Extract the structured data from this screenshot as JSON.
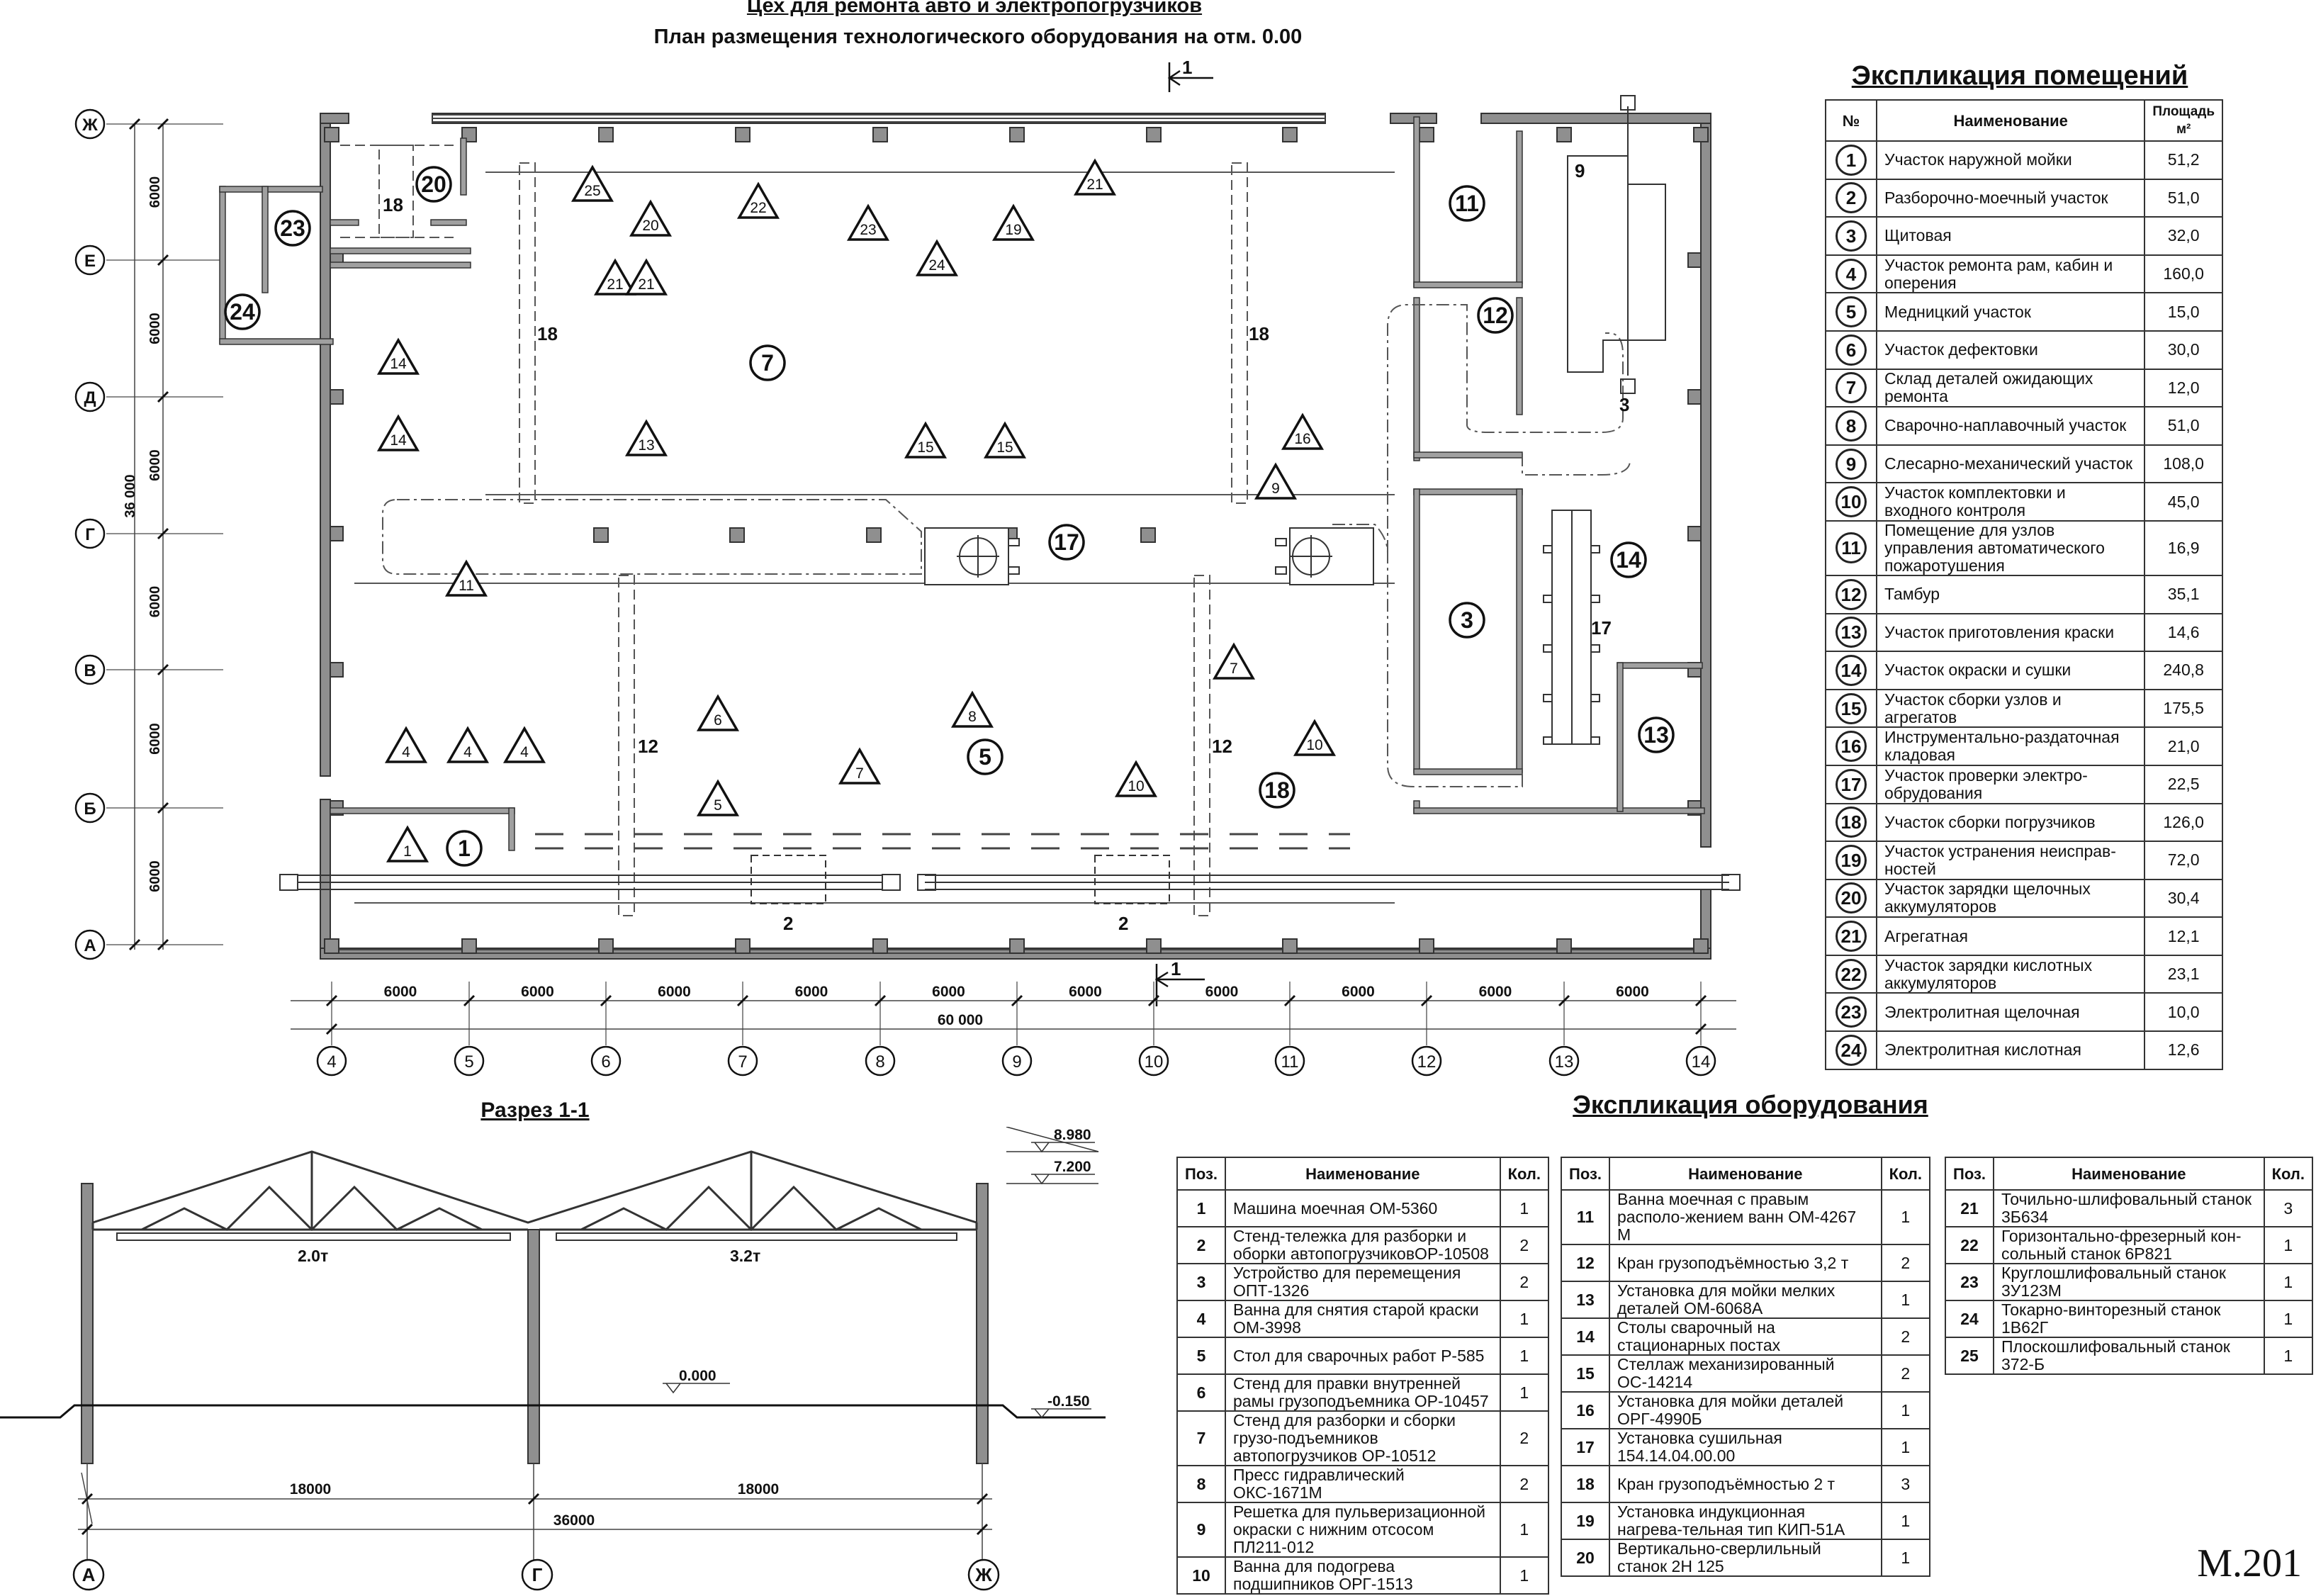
{
  "titles": {
    "main": "Цех для ремонта авто и электропогрузчиков",
    "plan": "План размещения технологического оборудования на отм. 0.00",
    "rooms": "Экспликация помещений",
    "equipment": "Экспликация оборудования",
    "section": "Разрез 1-1"
  },
  "plan": {
    "row_axes": [
      "Ж",
      "Е",
      "Д",
      "Г",
      "В",
      "Б",
      "А"
    ],
    "col_axes": [
      "4",
      "5",
      "6",
      "7",
      "8",
      "9",
      "10",
      "11",
      "12",
      "13",
      "14"
    ],
    "spans_h": [
      "6000",
      "6000",
      "6000",
      "6000",
      "6000",
      "6000",
      "6000",
      "6000",
      "6000",
      "6000"
    ],
    "total_h": "60 000",
    "spans_v": [
      "6000",
      "6000",
      "6000",
      "6000",
      "6000",
      "6000"
    ],
    "total_v": "36 000",
    "cut_label": "1",
    "room_markers": [
      {
        "n": "20"
      },
      {
        "n": "23"
      },
      {
        "n": "24"
      },
      {
        "n": "7"
      },
      {
        "n": "11"
      },
      {
        "n": "12"
      },
      {
        "n": "17"
      },
      {
        "n": "14"
      },
      {
        "n": "3"
      },
      {
        "n": "13"
      },
      {
        "n": "5"
      },
      {
        "n": "18"
      },
      {
        "n": "1"
      }
    ],
    "equip_markers": [
      {
        "n": "25"
      },
      {
        "n": "20"
      },
      {
        "n": "22"
      },
      {
        "n": "23"
      },
      {
        "n": "19"
      },
      {
        "n": "24"
      },
      {
        "n": "21"
      },
      {
        "n": "21"
      },
      {
        "n": "21"
      },
      {
        "n": "14"
      },
      {
        "n": "14"
      },
      {
        "n": "13"
      },
      {
        "n": "15"
      },
      {
        "n": "15"
      },
      {
        "n": "16"
      },
      {
        "n": "9"
      },
      {
        "n": "11"
      },
      {
        "n": "7"
      },
      {
        "n": "6"
      },
      {
        "n": "8"
      },
      {
        "n": "10"
      },
      {
        "n": "4"
      },
      {
        "n": "4"
      },
      {
        "n": "4"
      },
      {
        "n": "5"
      },
      {
        "n": "7"
      },
      {
        "n": "10"
      },
      {
        "n": "1"
      }
    ],
    "labels": {
      "crane18": "18",
      "crane12": "12",
      "conv2": "2",
      "rack17": "17",
      "room9": "9",
      "item3": "3",
      "box18": "18"
    }
  },
  "section": {
    "elev_top": "8.980",
    "elev_mid": "7.200",
    "elev_floor": "0.000",
    "elev_ground": "-0.150",
    "crane_left": "2.0т",
    "crane_right": "3.2т",
    "span_left": "18000",
    "span_right": "18000",
    "span_total": "36000",
    "axes": [
      "А",
      "Г",
      "Ж"
    ]
  },
  "rooms_table": {
    "headers": [
      "№",
      "Наименование",
      "Площадь м²"
    ],
    "rows": [
      {
        "n": "1",
        "name": "Участок наружной мойки",
        "area": "51,2"
      },
      {
        "n": "2",
        "name": "Разборочно-моечный участок",
        "area": "51,0"
      },
      {
        "n": "3",
        "name": "Щитовая",
        "area": "32,0"
      },
      {
        "n": "4",
        "name": "Участок ремонта рам, кабин и оперения",
        "area": "160,0"
      },
      {
        "n": "5",
        "name": "Медницкий участок",
        "area": "15,0"
      },
      {
        "n": "6",
        "name": "Участок дефектовки",
        "area": "30,0"
      },
      {
        "n": "7",
        "name": "Склад деталей ожидающих ремонта",
        "area": "12,0"
      },
      {
        "n": "8",
        "name": "Сварочно-наплавочный участок",
        "area": "51,0"
      },
      {
        "n": "9",
        "name": "Слесарно-механический участок",
        "area": "108,0"
      },
      {
        "n": "10",
        "name": "Участок комплектовки и входного контроля",
        "area": "45,0"
      },
      {
        "n": "11",
        "name": "Помещение для узлов управления автоматического пожаротушения",
        "area": "16,9"
      },
      {
        "n": "12",
        "name": "Тамбур",
        "area": "35,1"
      },
      {
        "n": "13",
        "name": "Участок приготовления краски",
        "area": "14,6"
      },
      {
        "n": "14",
        "name": "Участок окраски и сушки",
        "area": "240,8"
      },
      {
        "n": "15",
        "name": "Участок сборки узлов и агрегатов",
        "area": "175,5"
      },
      {
        "n": "16",
        "name": "Инструментально-раздаточная кладовая",
        "area": "21,0"
      },
      {
        "n": "17",
        "name": "Участок проверки электро-обрудования",
        "area": "22,5"
      },
      {
        "n": "18",
        "name": "Участок сборки погрузчиков",
        "area": "126,0"
      },
      {
        "n": "19",
        "name": "Участок устранения неисправ-ностей",
        "area": "72,0"
      },
      {
        "n": "20",
        "name": "Участок зарядки щелочных аккумуляторов",
        "area": "30,4"
      },
      {
        "n": "21",
        "name": "Агрегатная",
        "area": "12,1"
      },
      {
        "n": "22",
        "name": "Участок зарядки кислотных аккумуляторов",
        "area": "23,1"
      },
      {
        "n": "23",
        "name": "Электролитная щелочная",
        "area": "10,0"
      },
      {
        "n": "24",
        "name": "Электролитная кислотная",
        "area": "12,6"
      }
    ]
  },
  "equipment_headers": [
    "Поз.",
    "Наименование",
    "Кол."
  ],
  "equipment_1": [
    {
      "n": "1",
      "name": "Машина моечная ОМ-5360",
      "q": "1"
    },
    {
      "n": "2",
      "name": "Стенд-тележка для разборки и оборки автопогрузчиковОР-10508",
      "q": "2"
    },
    {
      "n": "3",
      "name": "Устройство для перемещения ОПТ-1326",
      "q": "2"
    },
    {
      "n": "4",
      "name": "Ванна для снятия старой краски ОМ-3998",
      "q": "1"
    },
    {
      "n": "5",
      "name": "Стол для сварочных работ Р-585",
      "q": "1"
    },
    {
      "n": "6",
      "name": "Стенд для правки внутренней рамы грузоподъемника ОР-10457",
      "q": "1"
    },
    {
      "n": "7",
      "name": "Стенд для разборки и сборки грузо-подъемников автопогрузчиков ОР-10512",
      "q": "2"
    },
    {
      "n": "8",
      "name": "Пресс гидравлический ОКС-1671М",
      "q": "2"
    },
    {
      "n": "9",
      "name": "Решетка для пульверизационной окраски с нижним отсосом ПЛ211-012",
      "q": "1"
    },
    {
      "n": "10",
      "name": "Ванна для подогрева подшипников ОРГ-1513",
      "q": "1"
    }
  ],
  "equipment_2": [
    {
      "n": "11",
      "name": "Ванна моечная с правым располо-жением ванн ОМ-4267 М",
      "q": "1"
    },
    {
      "n": "12",
      "name": "Кран грузоподъёмностью 3,2 т",
      "q": "2"
    },
    {
      "n": "13",
      "name": "Установка для мойки мелких деталей ОМ-6068А",
      "q": "1"
    },
    {
      "n": "14",
      "name": "Столы сварочный на стационарных постах",
      "q": "2"
    },
    {
      "n": "15",
      "name": "Стеллаж механизированный ОС-14214",
      "q": "2"
    },
    {
      "n": "16",
      "name": "Установка для мойки деталей ОРГ-4990Б",
      "q": "1"
    },
    {
      "n": "17",
      "name": "Установка сушильная 154.14.04.00.00",
      "q": "1"
    },
    {
      "n": "18",
      "name": "Кран грузоподъёмностью 2 т",
      "q": "3"
    },
    {
      "n": "19",
      "name": "Установка индукционная нагрева-тельная тип КИП-51А",
      "q": "1"
    },
    {
      "n": "20",
      "name": "Вертикально-сверлильный станок 2Н 125",
      "q": "1"
    }
  ],
  "equipment_3": [
    {
      "n": "21",
      "name": "Точильно-шлифовальный станок 3Б634",
      "q": "3"
    },
    {
      "n": "22",
      "name": "Горизонтально-фрезерный кон-сольный станок 6Р821",
      "q": "1"
    },
    {
      "n": "23",
      "name": "Круглошлифовальный станок 3У123М",
      "q": "1"
    },
    {
      "n": "24",
      "name": "Токарно-винторезный станок 1В62Г",
      "q": "1"
    },
    {
      "n": "25",
      "name": "Плоскошлифовальный станок 372-Б",
      "q": "1"
    }
  ],
  "sheet_mark": "М.201"
}
